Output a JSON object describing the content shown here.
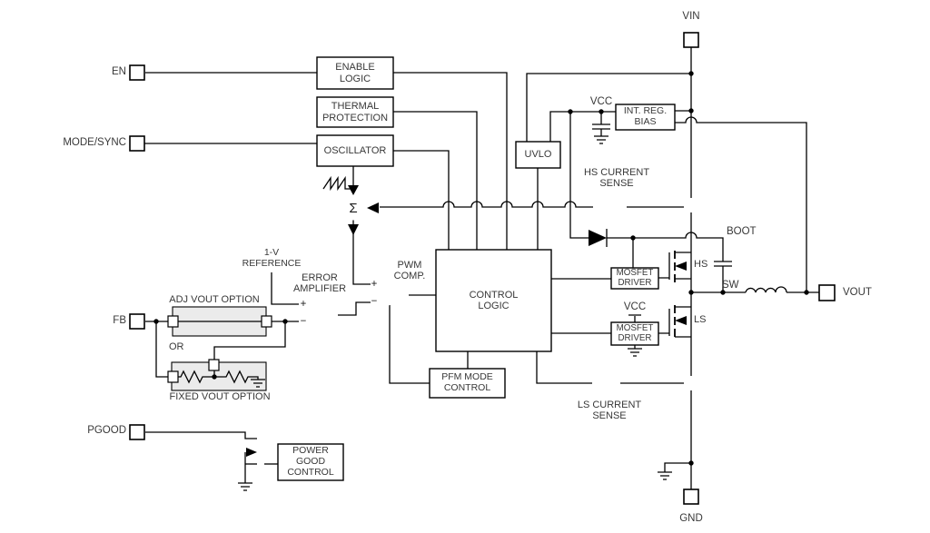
{
  "pins": {
    "vin": "VIN",
    "en": "EN",
    "mode_sync": "MODE/SYNC",
    "fb": "FB",
    "pgood": "PGOOD",
    "gnd": "GND",
    "vout": "VOUT"
  },
  "blocks": {
    "enable_logic": "ENABLE LOGIC",
    "thermal_protection": "THERMAL PROTECTION",
    "oscillator": "OSCILLATOR",
    "uvlo": "UVLO",
    "int_reg_bias": "INT. REG. BIAS",
    "control_logic": "CONTROL LOGIC",
    "pfm_mode_control": "PFM MODE CONTROL",
    "mosfet_driver_hs": "MOSFET DRIVER",
    "mosfet_driver_ls": "MOSFET DRIVER",
    "power_good_control": "POWER GOOD CONTROL"
  },
  "amplifiers": {
    "error_amplifier": "ERROR AMPLIFIER",
    "pwm_comparator": "PWM COMP.",
    "hs_current_sense": "HS CURRENT SENSE",
    "ls_current_sense": "LS CURRENT SENSE"
  },
  "net_labels": {
    "boot": "BOOT",
    "sw": "SW",
    "vcc_top": "VCC",
    "vcc_ls_driver": "VCC",
    "hs_fet": "HS",
    "ls_fet": "LS"
  },
  "feedback_network": {
    "reference_label": "1-V REFERENCE",
    "adj_option_label": "ADJ VOUT OPTION",
    "or_label": "OR",
    "fixed_option_label": "FIXED VOUT OPTION"
  },
  "symbols": {
    "sigma": "Σ",
    "plus": "+",
    "minus": "−"
  },
  "colors": {
    "line": "#000000",
    "text": "#383838",
    "option_box_fill": "#ebebeb",
    "background": "#ffffff"
  }
}
